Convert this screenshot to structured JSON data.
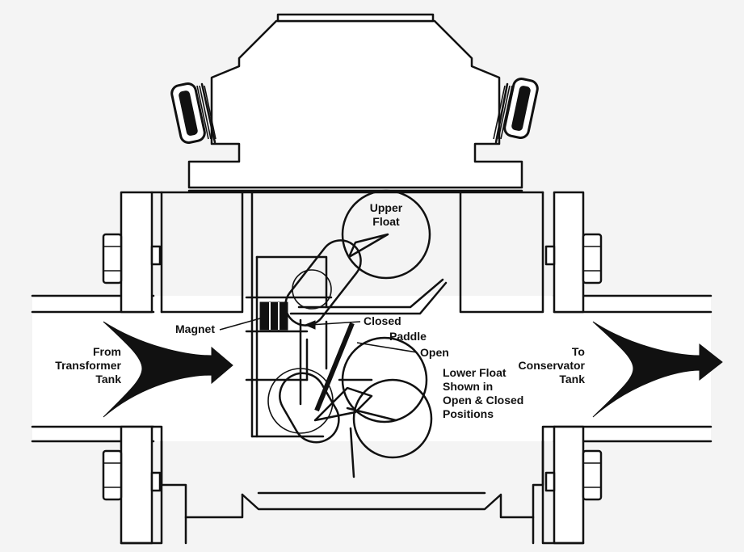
{
  "labels": {
    "upper_float_line1": "Upper",
    "upper_float_line2": "Float",
    "magnet": "Magnet",
    "closed": "Closed",
    "paddle": "Paddle",
    "open": "Open",
    "from_line1": "From",
    "from_line2": "Transformer",
    "from_line3": "Tank",
    "to_line1": "To",
    "to_line2": "Conservator",
    "to_line3": "Tank",
    "lower_float_line1": "Lower Float",
    "lower_float_line2": "Shown in",
    "lower_float_line3": "Open & Closed",
    "lower_float_line4": "Positions"
  },
  "colors": {
    "ink": "#111111",
    "paper": "#f4f4f4",
    "fill": "#ffffff"
  }
}
